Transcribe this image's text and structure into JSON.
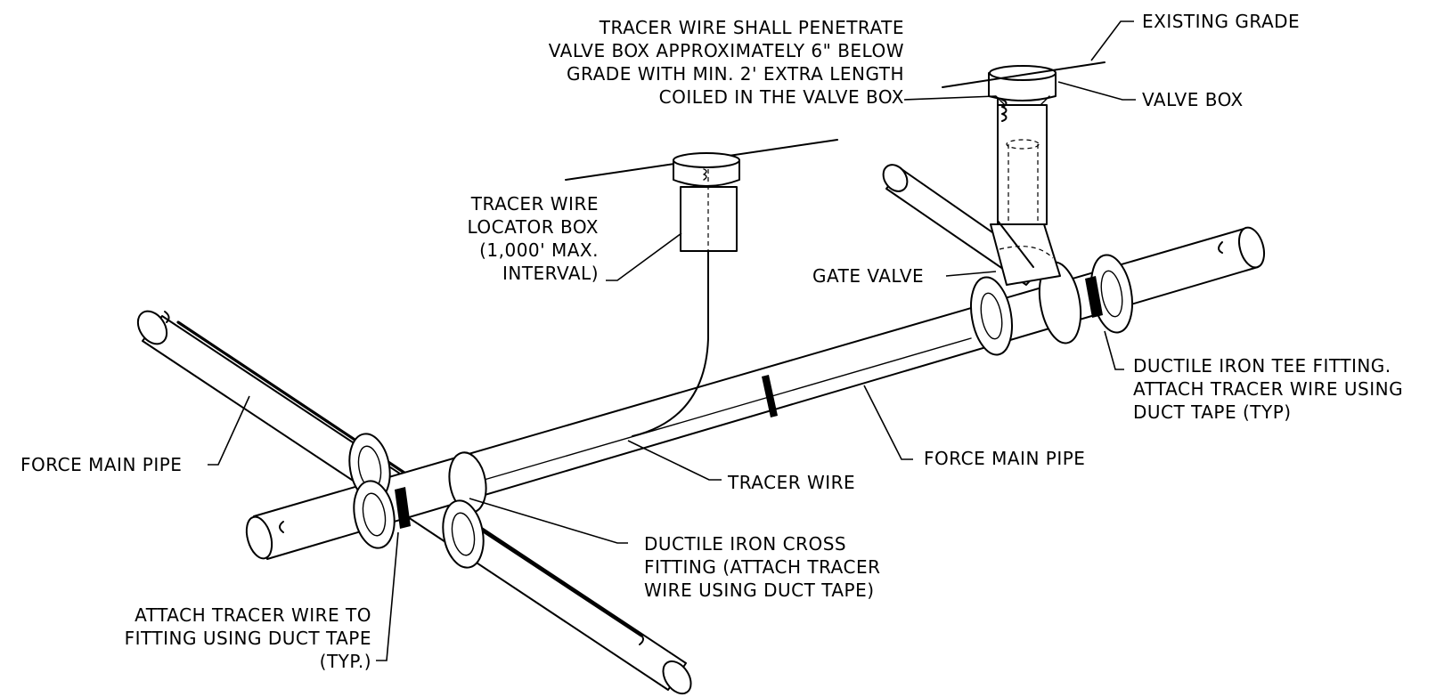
{
  "labels": {
    "tracer_penetrate": "TRACER WIRE SHALL PENETRATE\nVALVE BOX APPROXIMATELY 6\" BELOW\nGRADE WITH MIN. 2' EXTRA LENGTH\nCOILED IN THE VALVE BOX",
    "existing_grade": "EXISTING GRADE",
    "valve_box": "VALVE BOX",
    "locator_box": "TRACER WIRE\nLOCATOR BOX\n(1,000' MAX.\nINTERVAL)",
    "gate_valve": "GATE VALVE",
    "tee_fitting": "DUCTILE IRON TEE FITTING.\nATTACH TRACER WIRE USING\nDUCT TAPE (TYP)",
    "force_main_right": "FORCE MAIN PIPE",
    "force_main_left": "FORCE MAIN PIPE",
    "tracer_wire": "TRACER WIRE",
    "cross_fitting": "DUCTILE IRON CROSS\nFITTING (ATTACH TRACER\nWIRE USING DUCT TAPE)",
    "attach_tape": "ATTACH TRACER WIRE TO\nFITTING USING DUCT TAPE\n(TYP.)"
  },
  "colors": {
    "line": "#000000",
    "background": "#ffffff"
  }
}
